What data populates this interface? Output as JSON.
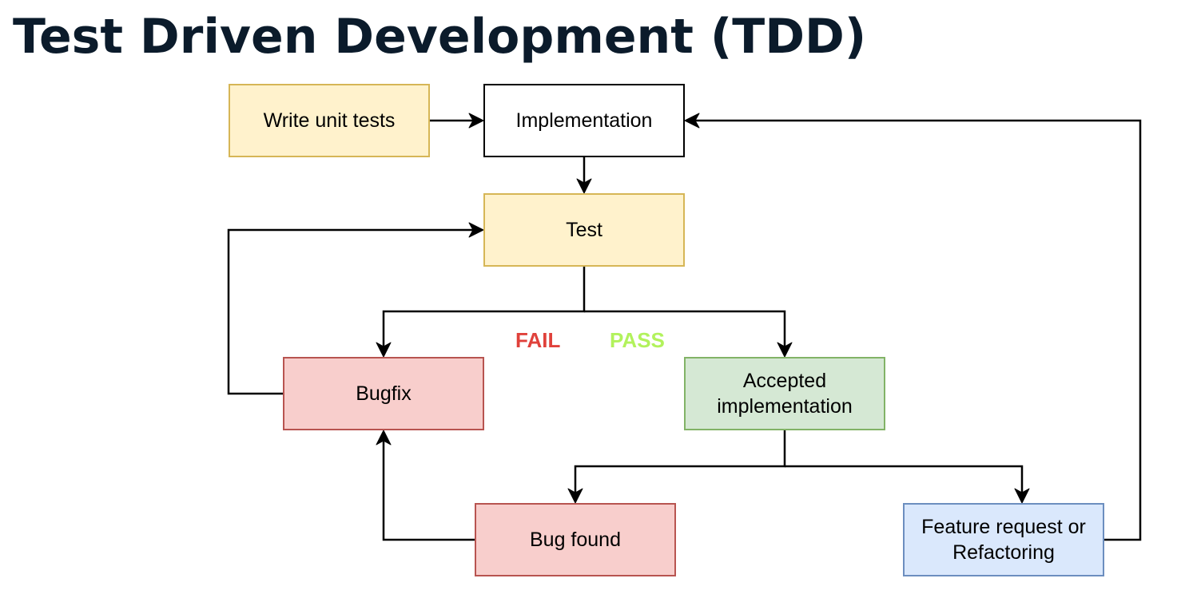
{
  "title": "Test Driven Development (TDD)",
  "nodes": {
    "write_tests": "Write unit tests",
    "implementation": "Implementation",
    "test": "Test",
    "bugfix": "Bugfix",
    "accepted": "Accepted\nimplementation",
    "bug_found": "Bug found",
    "feature": "Feature request or\nRefactoring"
  },
  "labels": {
    "fail": "FAIL",
    "pass": "PASS"
  },
  "colors": {
    "title": "#0b1b2b",
    "fail": "#e0413b",
    "pass": "#b2f25c",
    "yellow_fill": "#fff2cc",
    "yellow_border": "#d6b656",
    "red_fill": "#f8cecc",
    "red_border": "#b85450",
    "green_fill": "#d5e8d4",
    "green_border": "#82b366",
    "blue_fill": "#dae8fc",
    "blue_border": "#6c8ebf"
  },
  "edges": [
    {
      "from": "write_tests",
      "to": "implementation"
    },
    {
      "from": "implementation",
      "to": "test"
    },
    {
      "from": "test",
      "to": "bugfix",
      "label": "FAIL"
    },
    {
      "from": "test",
      "to": "accepted",
      "label": "PASS"
    },
    {
      "from": "bugfix",
      "to": "test"
    },
    {
      "from": "accepted",
      "to": "bug_found"
    },
    {
      "from": "accepted",
      "to": "feature"
    },
    {
      "from": "bug_found",
      "to": "bugfix"
    },
    {
      "from": "feature",
      "to": "implementation"
    }
  ]
}
